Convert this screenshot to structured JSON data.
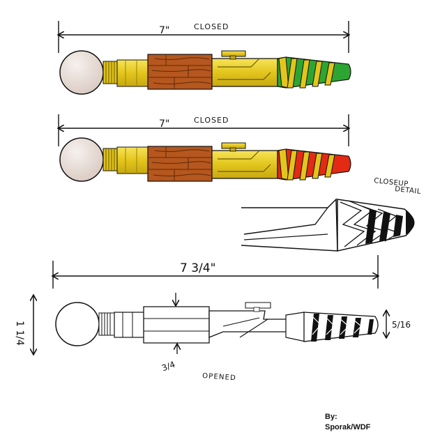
{
  "drawings": [
    {
      "id": "closed-green",
      "dimension_text": "7\"",
      "state_text": "CLOSED",
      "colors": {
        "brass": "#E3C51C",
        "wood": "#B5571E",
        "tip": "#2DA532",
        "globe": "#E8DDD6"
      }
    },
    {
      "id": "closed-red",
      "dimension_text": "7\"",
      "state_text": "CLOSED",
      "colors": {
        "brass": "#E3C51C",
        "wood": "#B5571E",
        "tip": "#E22A14",
        "globe": "#E8DDD6"
      }
    }
  ],
  "closeup": {
    "label_line1": "CLOSEUP",
    "label_line2": "DETAIL"
  },
  "opened": {
    "length_text": "7 3/4\"",
    "height_text": "1 1/4",
    "wood_thickness_text": "3/4",
    "tip_text": "5/16",
    "state_text": "OPENED"
  },
  "credit": {
    "line1": "By:",
    "line2": "Sporak/WDF"
  },
  "colors": {
    "ink": "#111111"
  }
}
